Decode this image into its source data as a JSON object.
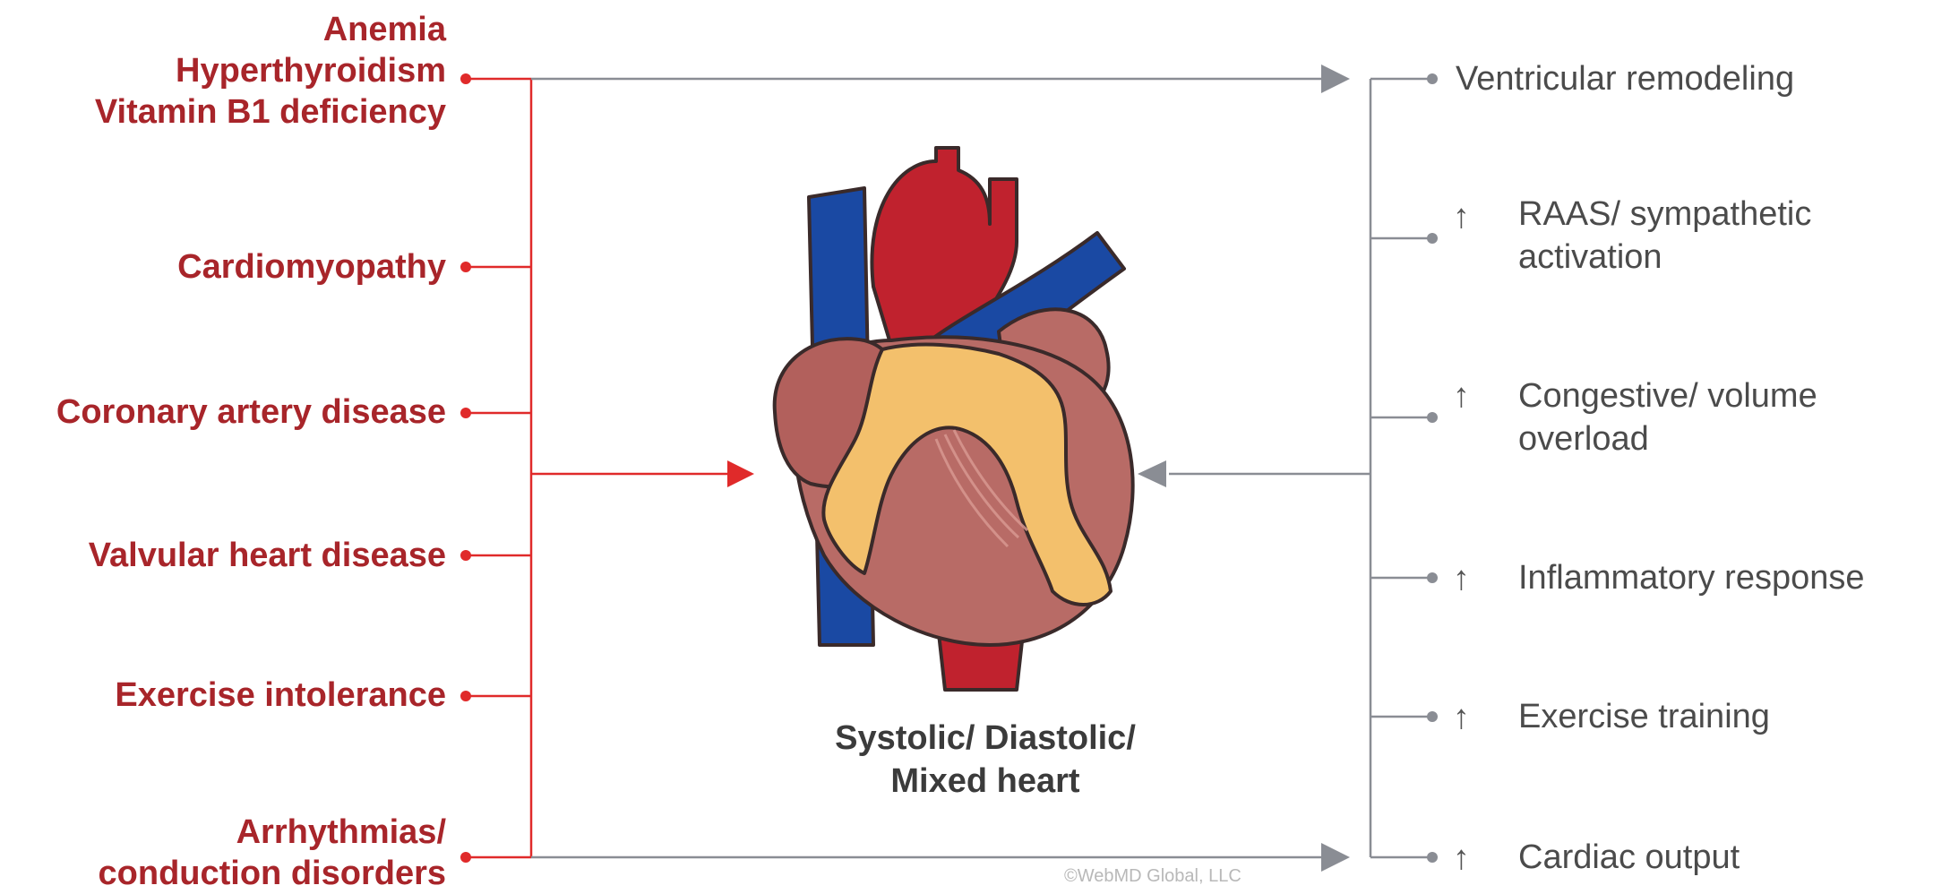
{
  "causes": [
    {
      "lines": [
        "Anemia",
        "Hyperthyroidism",
        "Vitamin B1 deficiency"
      ]
    },
    {
      "lines": [
        "Cardiomyopathy"
      ]
    },
    {
      "lines": [
        "Coronary artery disease"
      ]
    },
    {
      "lines": [
        "Valvular heart disease"
      ]
    },
    {
      "lines": [
        "Exercise intolerance"
      ]
    },
    {
      "lines": [
        "Arrhythmias/",
        "conduction disorders"
      ]
    }
  ],
  "effects": [
    {
      "arrow": "",
      "lines": [
        "Ventricular remodeling"
      ]
    },
    {
      "arrow": "↑",
      "lines": [
        "RAAS/ sympathetic",
        "activation"
      ]
    },
    {
      "arrow": "↑",
      "lines": [
        "Congestive/ volume",
        "overload"
      ]
    },
    {
      "arrow": "↑",
      "lines": [
        "Inflammatory response"
      ]
    },
    {
      "arrow": "↑",
      "lines": [
        "Exercise training"
      ]
    },
    {
      "arrow": "↑",
      "lines": [
        "Cardiac output"
      ]
    }
  ],
  "center_label": [
    "Systolic/ Diastolic/",
    "Mixed heart"
  ],
  "credit": "©WebMD Global, LLC",
  "colors": {
    "cause_red": "#a8252a",
    "connector_red": "#e02a2a",
    "connector_gray": "#8a8d94",
    "effect_text": "#4b4b4b",
    "heart_red": "#c0222e",
    "heart_blue": "#1a49a3",
    "heart_muscle": "#b86b66",
    "heart_fat": "#f3c06c"
  }
}
